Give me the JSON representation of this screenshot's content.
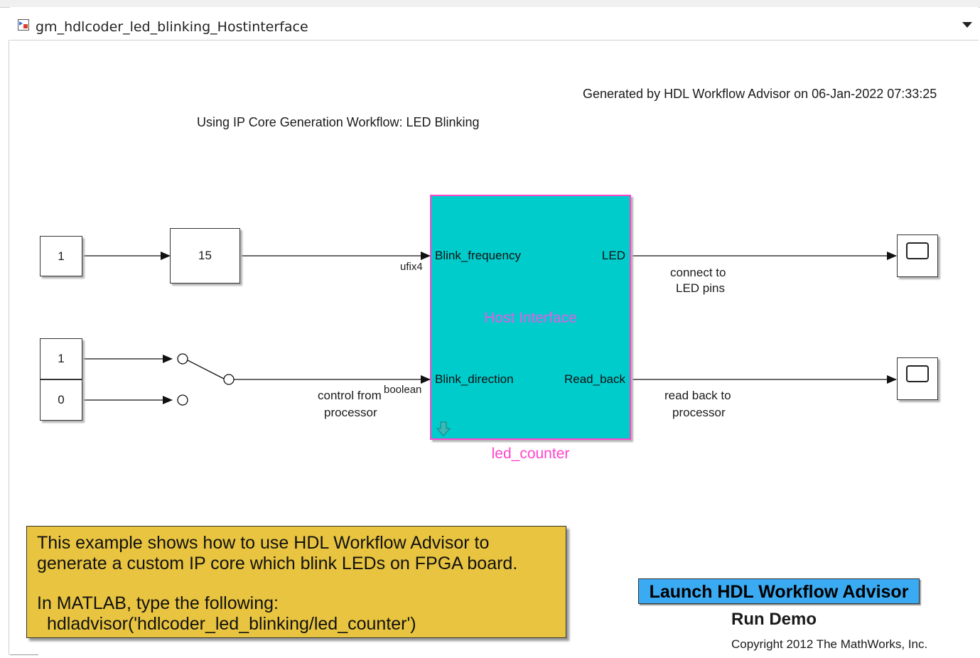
{
  "window": {
    "title": "gm_hdlcoder_led_blinking_Hostinterface"
  },
  "header": {
    "generated": "Generated by HDL Workflow Advisor on 06-Jan-2022 07:33:25",
    "subtitle": "Using IP Core Generation Workflow: LED Blinking"
  },
  "blocks": {
    "constant_1": "1",
    "constant_15": "15",
    "switch_const_1": "1",
    "switch_const_0": "0"
  },
  "subsystem": {
    "name": "led_counter",
    "center_label": "Host Interface",
    "in_ports": [
      "Blink_frequency",
      "Blink_direction"
    ],
    "out_ports": [
      "LED",
      "Read_back"
    ]
  },
  "signals": {
    "type_1": "ufix4",
    "type_2": "boolean",
    "label_control_line1": "control from",
    "label_control_line2": "processor",
    "label_led_line1": "connect to",
    "label_led_line2": "LED pins",
    "label_read_line1": "read back to",
    "label_read_line2": "processor"
  },
  "note": {
    "line1": "This example shows how to use HDL Workflow Advisor to",
    "line2": "generate a custom IP core which blink LEDs on FPGA board.",
    "line3": "In MATLAB, type the following:",
    "line4": "hdladvisor('hdlcoder_led_blinking/led_counter')"
  },
  "actions": {
    "launch": "Launch HDL Workflow Advisor",
    "run_demo": "Run Demo"
  },
  "footer": {
    "copyright": "Copyright 2012 The MathWorks, Inc."
  },
  "colors": {
    "subsystem_fill": "#00cccc",
    "subsystem_border": "#ff44cc",
    "note_fill": "#e8c440",
    "launch_fill": "#3aaaf2"
  },
  "icons": [
    "simulink-model-icon",
    "chevron-down-icon",
    "scope-icon",
    "subsystem-link-icon"
  ]
}
